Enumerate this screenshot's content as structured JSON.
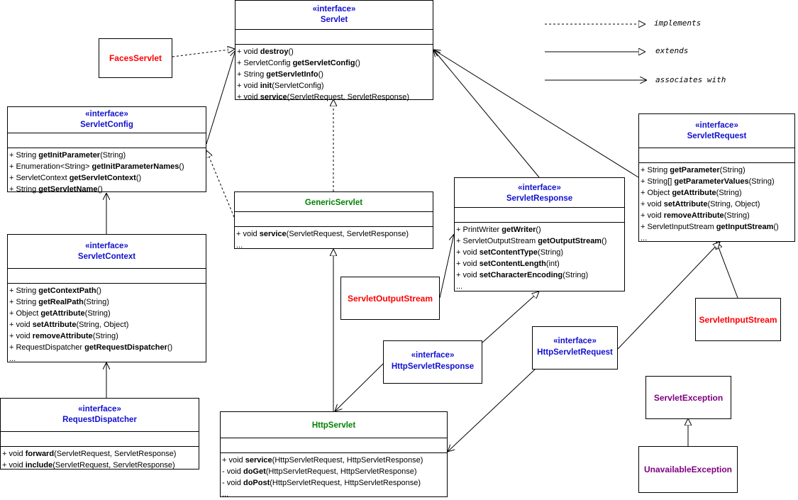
{
  "boxes": {
    "servlet": {
      "stereotype": "«interface»",
      "name": "Servlet",
      "ops": [
        {
          "pre": "+ void ",
          "name": "destroy",
          "post": "()"
        },
        {
          "pre": "+ ServletConfig ",
          "name": "getServletConfig",
          "post": "()"
        },
        {
          "pre": "+ String ",
          "name": "getServletInfo",
          "post": "()"
        },
        {
          "pre": "+ void ",
          "name": "init",
          "post": "(ServletConfig)"
        },
        {
          "pre": "+ void ",
          "name": "service",
          "post": "(ServletRequest, ServletResponse)"
        }
      ]
    },
    "servlet_config": {
      "stereotype": "«interface»",
      "name": "ServletConfig",
      "ops": [
        {
          "pre": "+ String ",
          "name": "getInitParameter",
          "post": "(String)"
        },
        {
          "pre": "+ Enumeration<String> ",
          "name": "getInitParameterNames",
          "post": "()"
        },
        {
          "pre": "+ ServletContext ",
          "name": "getServletContext",
          "post": "()"
        },
        {
          "pre": "+ String ",
          "name": "getServletName",
          "post": "()"
        }
      ]
    },
    "servlet_context": {
      "stereotype": "«interface»",
      "name": "ServletContext",
      "ops": [
        {
          "pre": "+ String ",
          "name": "getContextPath",
          "post": "()"
        },
        {
          "pre": "+ String ",
          "name": "getRealPath",
          "post": "(String)"
        },
        {
          "pre": "+ Object ",
          "name": "getAttribute",
          "post": "(String)"
        },
        {
          "pre": "+ void ",
          "name": "setAttribute",
          "post": "(String, Object)"
        },
        {
          "pre": "+ void ",
          "name": "removeAttribute",
          "post": "(String)"
        },
        {
          "pre": "+ RequestDispatcher ",
          "name": "getRequestDispatcher",
          "post": "()"
        },
        {
          "pre": "...",
          "name": "",
          "post": ""
        }
      ]
    },
    "request_dispatcher": {
      "stereotype": "«interface»",
      "name": "RequestDispatcher",
      "ops": [
        {
          "pre": "+ void ",
          "name": "forward",
          "post": "(ServletRequest, ServletResponse)"
        },
        {
          "pre": "+ void ",
          "name": "include",
          "post": "(ServletRequest, ServletResponse)"
        }
      ]
    },
    "generic_servlet": {
      "name": "GenericServlet",
      "ops": [
        {
          "pre": "+ void ",
          "name": "service",
          "post": "(ServletRequest, ServletResponse)"
        },
        {
          "pre": "...",
          "name": "",
          "post": ""
        }
      ]
    },
    "servlet_response": {
      "stereotype": "«interface»",
      "name": "ServletResponse",
      "ops": [
        {
          "pre": "+ PrintWriter ",
          "name": "getWriter",
          "post": "()"
        },
        {
          "pre": "+ ServletOutputStream ",
          "name": "getOutputStream",
          "post": "()"
        },
        {
          "pre": "+ void ",
          "name": "setContentType",
          "post": "(String)"
        },
        {
          "pre": "+ void ",
          "name": "setContentLength",
          "post": "(int)"
        },
        {
          "pre": "+ void ",
          "name": "setCharacterEncoding",
          "post": "(String)"
        },
        {
          "pre": "...",
          "name": "",
          "post": ""
        }
      ]
    },
    "servlet_request": {
      "stereotype": "«interface»",
      "name": "ServletRequest",
      "ops": [
        {
          "pre": "+ String ",
          "name": "getParameter",
          "post": "(String)"
        },
        {
          "pre": "+ String[] ",
          "name": "getParameterValues",
          "post": "(String)"
        },
        {
          "pre": "+ Object ",
          "name": "getAttribute",
          "post": "(String)"
        },
        {
          "pre": "+ void ",
          "name": "setAttribute",
          "post": "(String, Object)"
        },
        {
          "pre": "+ void ",
          "name": "removeAttribute",
          "post": "(String)"
        },
        {
          "pre": "+ ServletInputStream ",
          "name": "getInputStream",
          "post": "()"
        },
        {
          "pre": "...",
          "name": "",
          "post": ""
        }
      ]
    },
    "http_servlet": {
      "name": "HttpServlet",
      "ops": [
        {
          "pre": "+ void ",
          "name": "service",
          "post": "(HttpServletRequest, HttpServletResponse)"
        },
        {
          "pre": "- void ",
          "name": "doGet",
          "post": "(HttpServletRequest, HttpServletResponse)"
        },
        {
          "pre": "- void ",
          "name": "doPost",
          "post": "(HttpServletRequest, HttpServletResponse)"
        },
        {
          "pre": "...",
          "name": "",
          "post": ""
        }
      ]
    },
    "http_servlet_response": {
      "stereotype": "«interface»",
      "name": "HttpServletResponse"
    },
    "http_servlet_request": {
      "stereotype": "«interface»",
      "name": "HttpServletRequest"
    },
    "faces_servlet": {
      "name": "FacesServlet"
    },
    "servlet_output_stream": {
      "name": "ServletOutputStream"
    },
    "servlet_input_stream": {
      "name": "ServletInputStream"
    },
    "servlet_exception": {
      "name": "ServletException"
    },
    "unavailable_exception": {
      "name": "UnavailableException"
    }
  },
  "legend": {
    "implements": "implements",
    "extends": "extends",
    "associates_with": "associates with"
  },
  "colors": {
    "interface_name": "#1010d0",
    "abstract_class": "#008000",
    "external_class": "#ff0000",
    "exception_class": "#800080"
  }
}
